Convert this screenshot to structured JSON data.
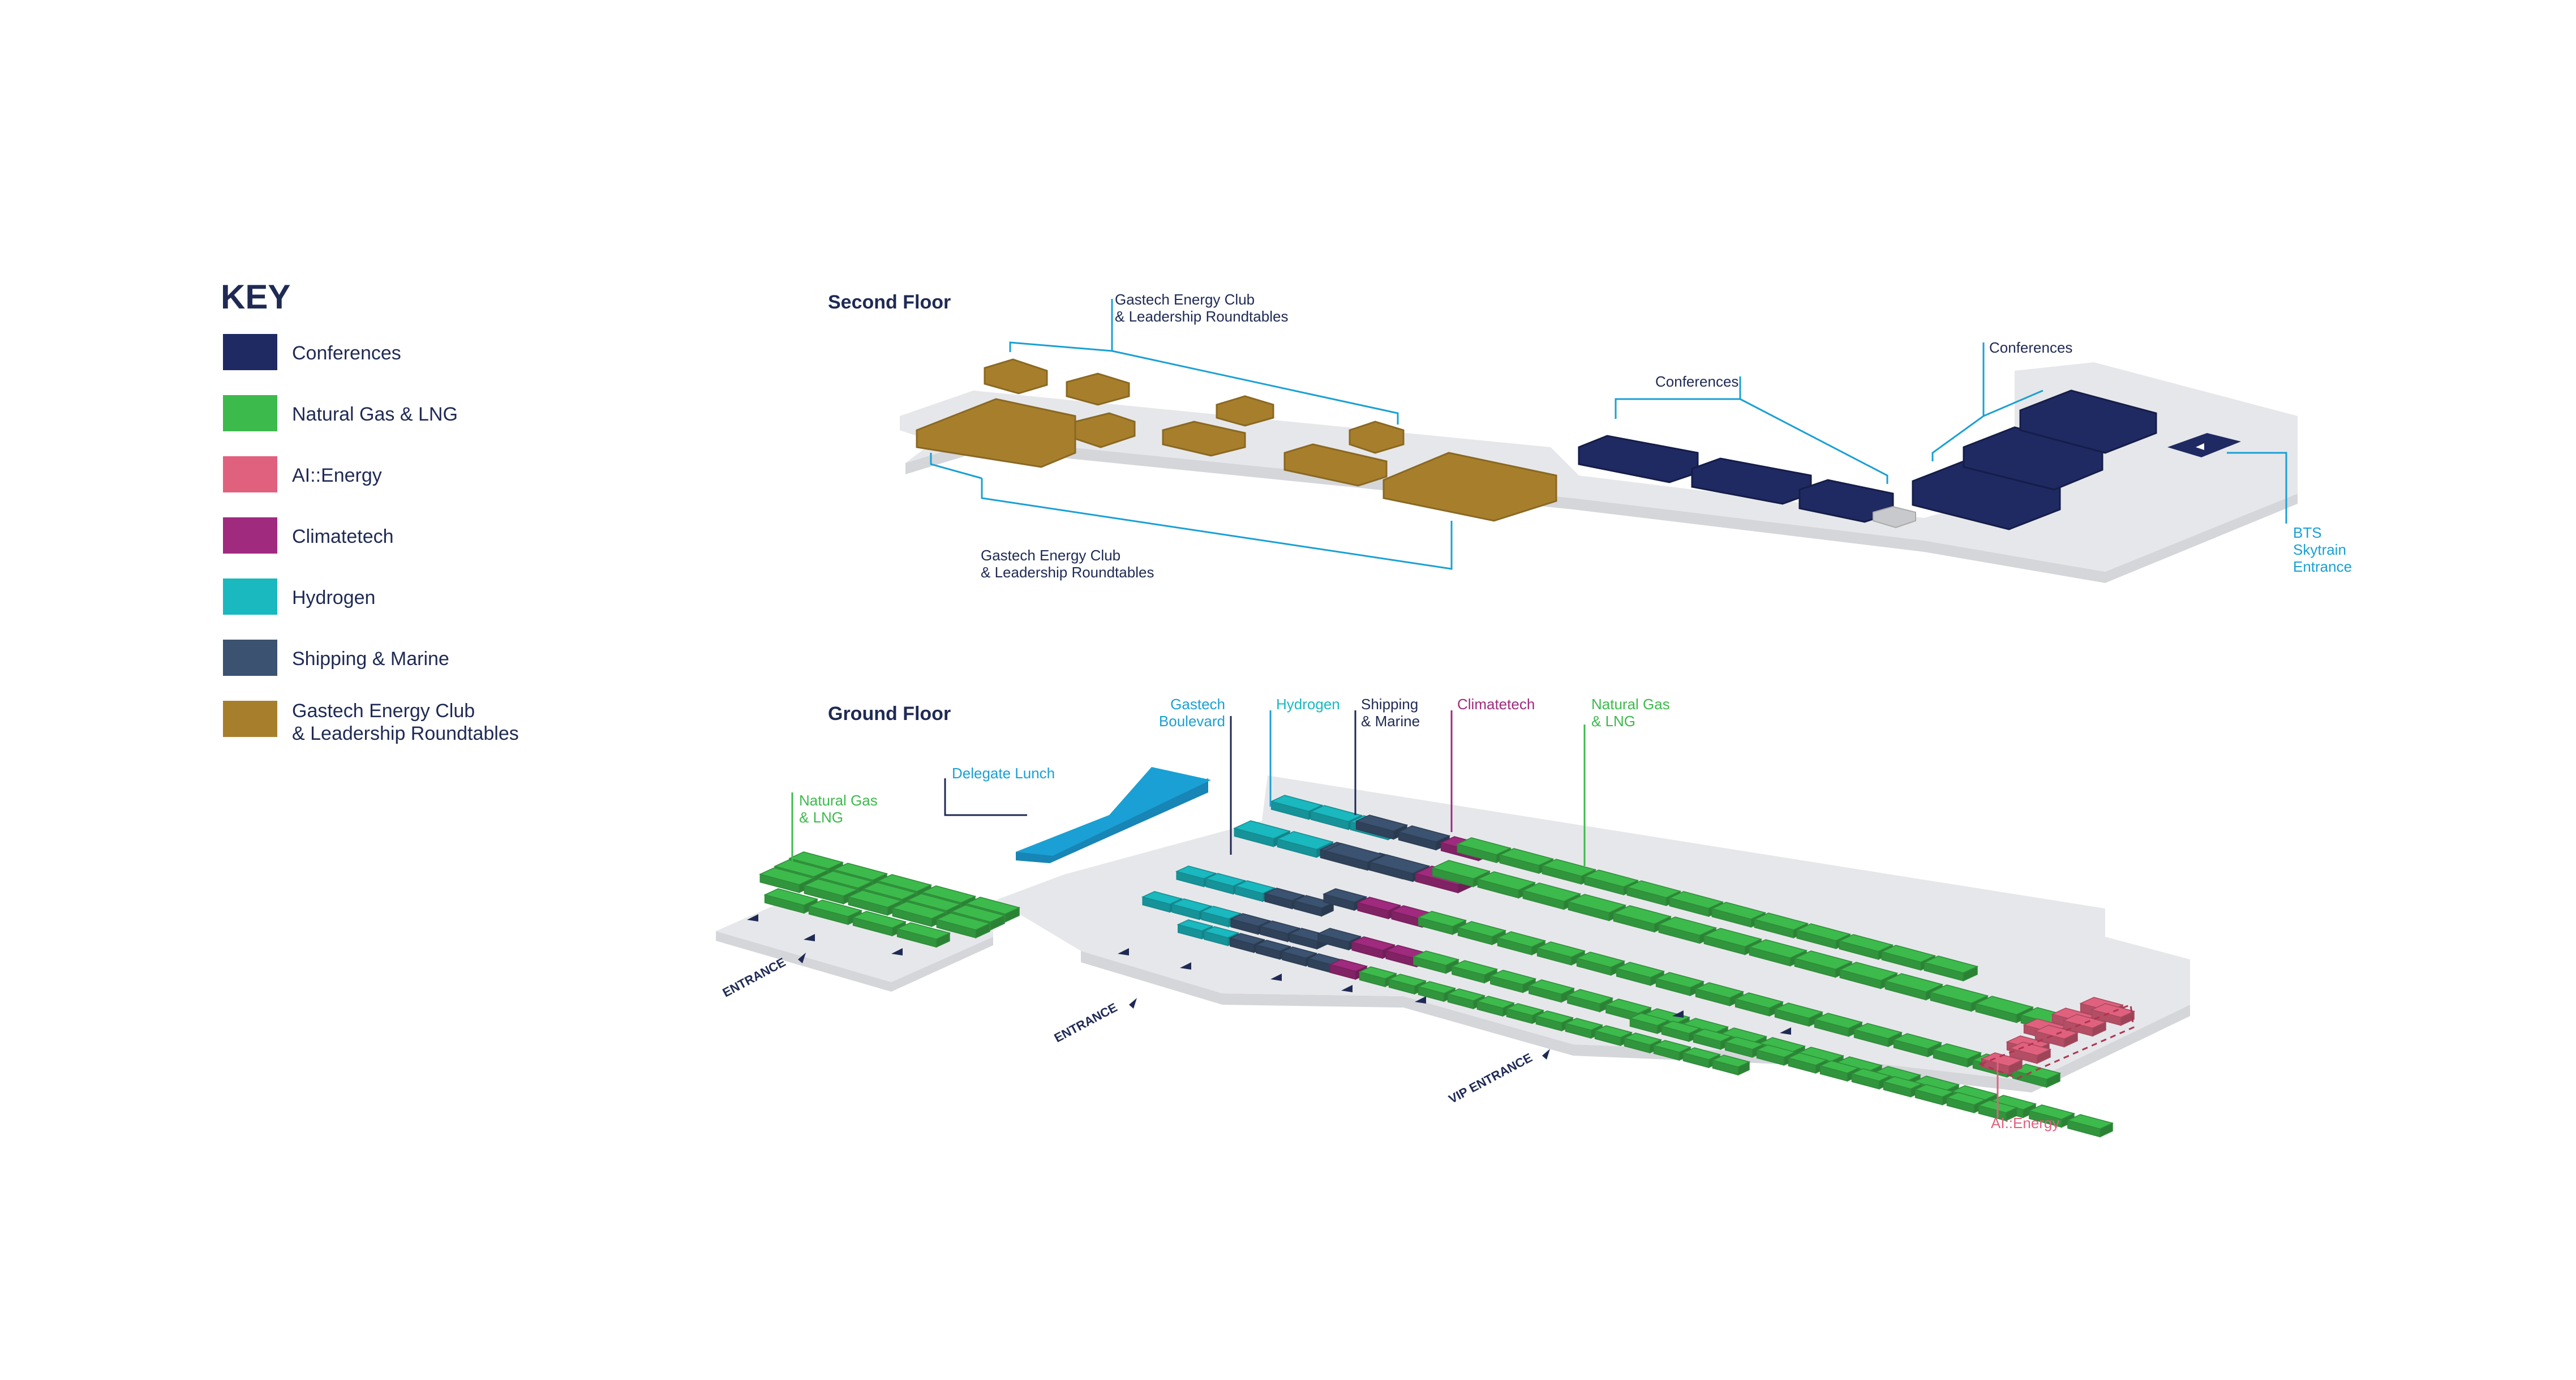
{
  "colors": {
    "conferences": "#1f2a63",
    "natural_gas": "#3dba4c",
    "ai_energy": "#e0617e",
    "climatetech": "#a02a7d",
    "hydrogen": "#1ab8bf",
    "shipping": "#3b5270",
    "energy_club": "#a77f2c",
    "delegate_lunch": "#1aa0d4",
    "floor": "#e6e7ea",
    "navy_text": "#1f2a54",
    "callout_blue": "#1aa0d4"
  },
  "key": {
    "title": "KEY",
    "items": [
      {
        "label": "Conferences",
        "color": "#1f2a63"
      },
      {
        "label": "Natural Gas & LNG",
        "color": "#3dba4c"
      },
      {
        "label": "AI::Energy",
        "color": "#e0617e"
      },
      {
        "label": "Climatetech",
        "color": "#a02a7d"
      },
      {
        "label": "Hydrogen",
        "color": "#1ab8bf"
      },
      {
        "label": "Shipping & Marine",
        "color": "#3b5270"
      },
      {
        "label": "Gastech Energy Club",
        "label2": "& Leadership Roundtables",
        "color": "#a77f2c"
      }
    ]
  },
  "second_floor": {
    "title": "Second Floor",
    "club_top_line1": "Gastech Energy Club",
    "club_top_line2": "& Leadership Roundtables",
    "club_bottom_line1": "Gastech Energy Club",
    "club_bottom_line2": "& Leadership Roundtables",
    "conferences_a": "Conferences",
    "conferences_b": "Conferences",
    "bts_line1": "BTS",
    "bts_line2": "Skytrain",
    "bts_line3": "Entrance"
  },
  "ground_floor": {
    "title": "Ground Floor",
    "delegate_lunch": "Delegate Lunch",
    "natural_gas_left_1": "Natural Gas",
    "natural_gas_left_2": "& LNG",
    "boulevard_1": "Gastech",
    "boulevard_2": "Boulevard",
    "hydrogen": "Hydrogen",
    "shipping_1": "Shipping",
    "shipping_2": "& Marine",
    "climatetech": "Climatetech",
    "natural_gas_right_1": "Natural Gas",
    "natural_gas_right_2": "& LNG",
    "ai_energy": "AI::Energy",
    "entrance_1": "ENTRANCE",
    "entrance_2": "ENTRANCE",
    "vip_entrance": "VIP ENTRANCE"
  }
}
